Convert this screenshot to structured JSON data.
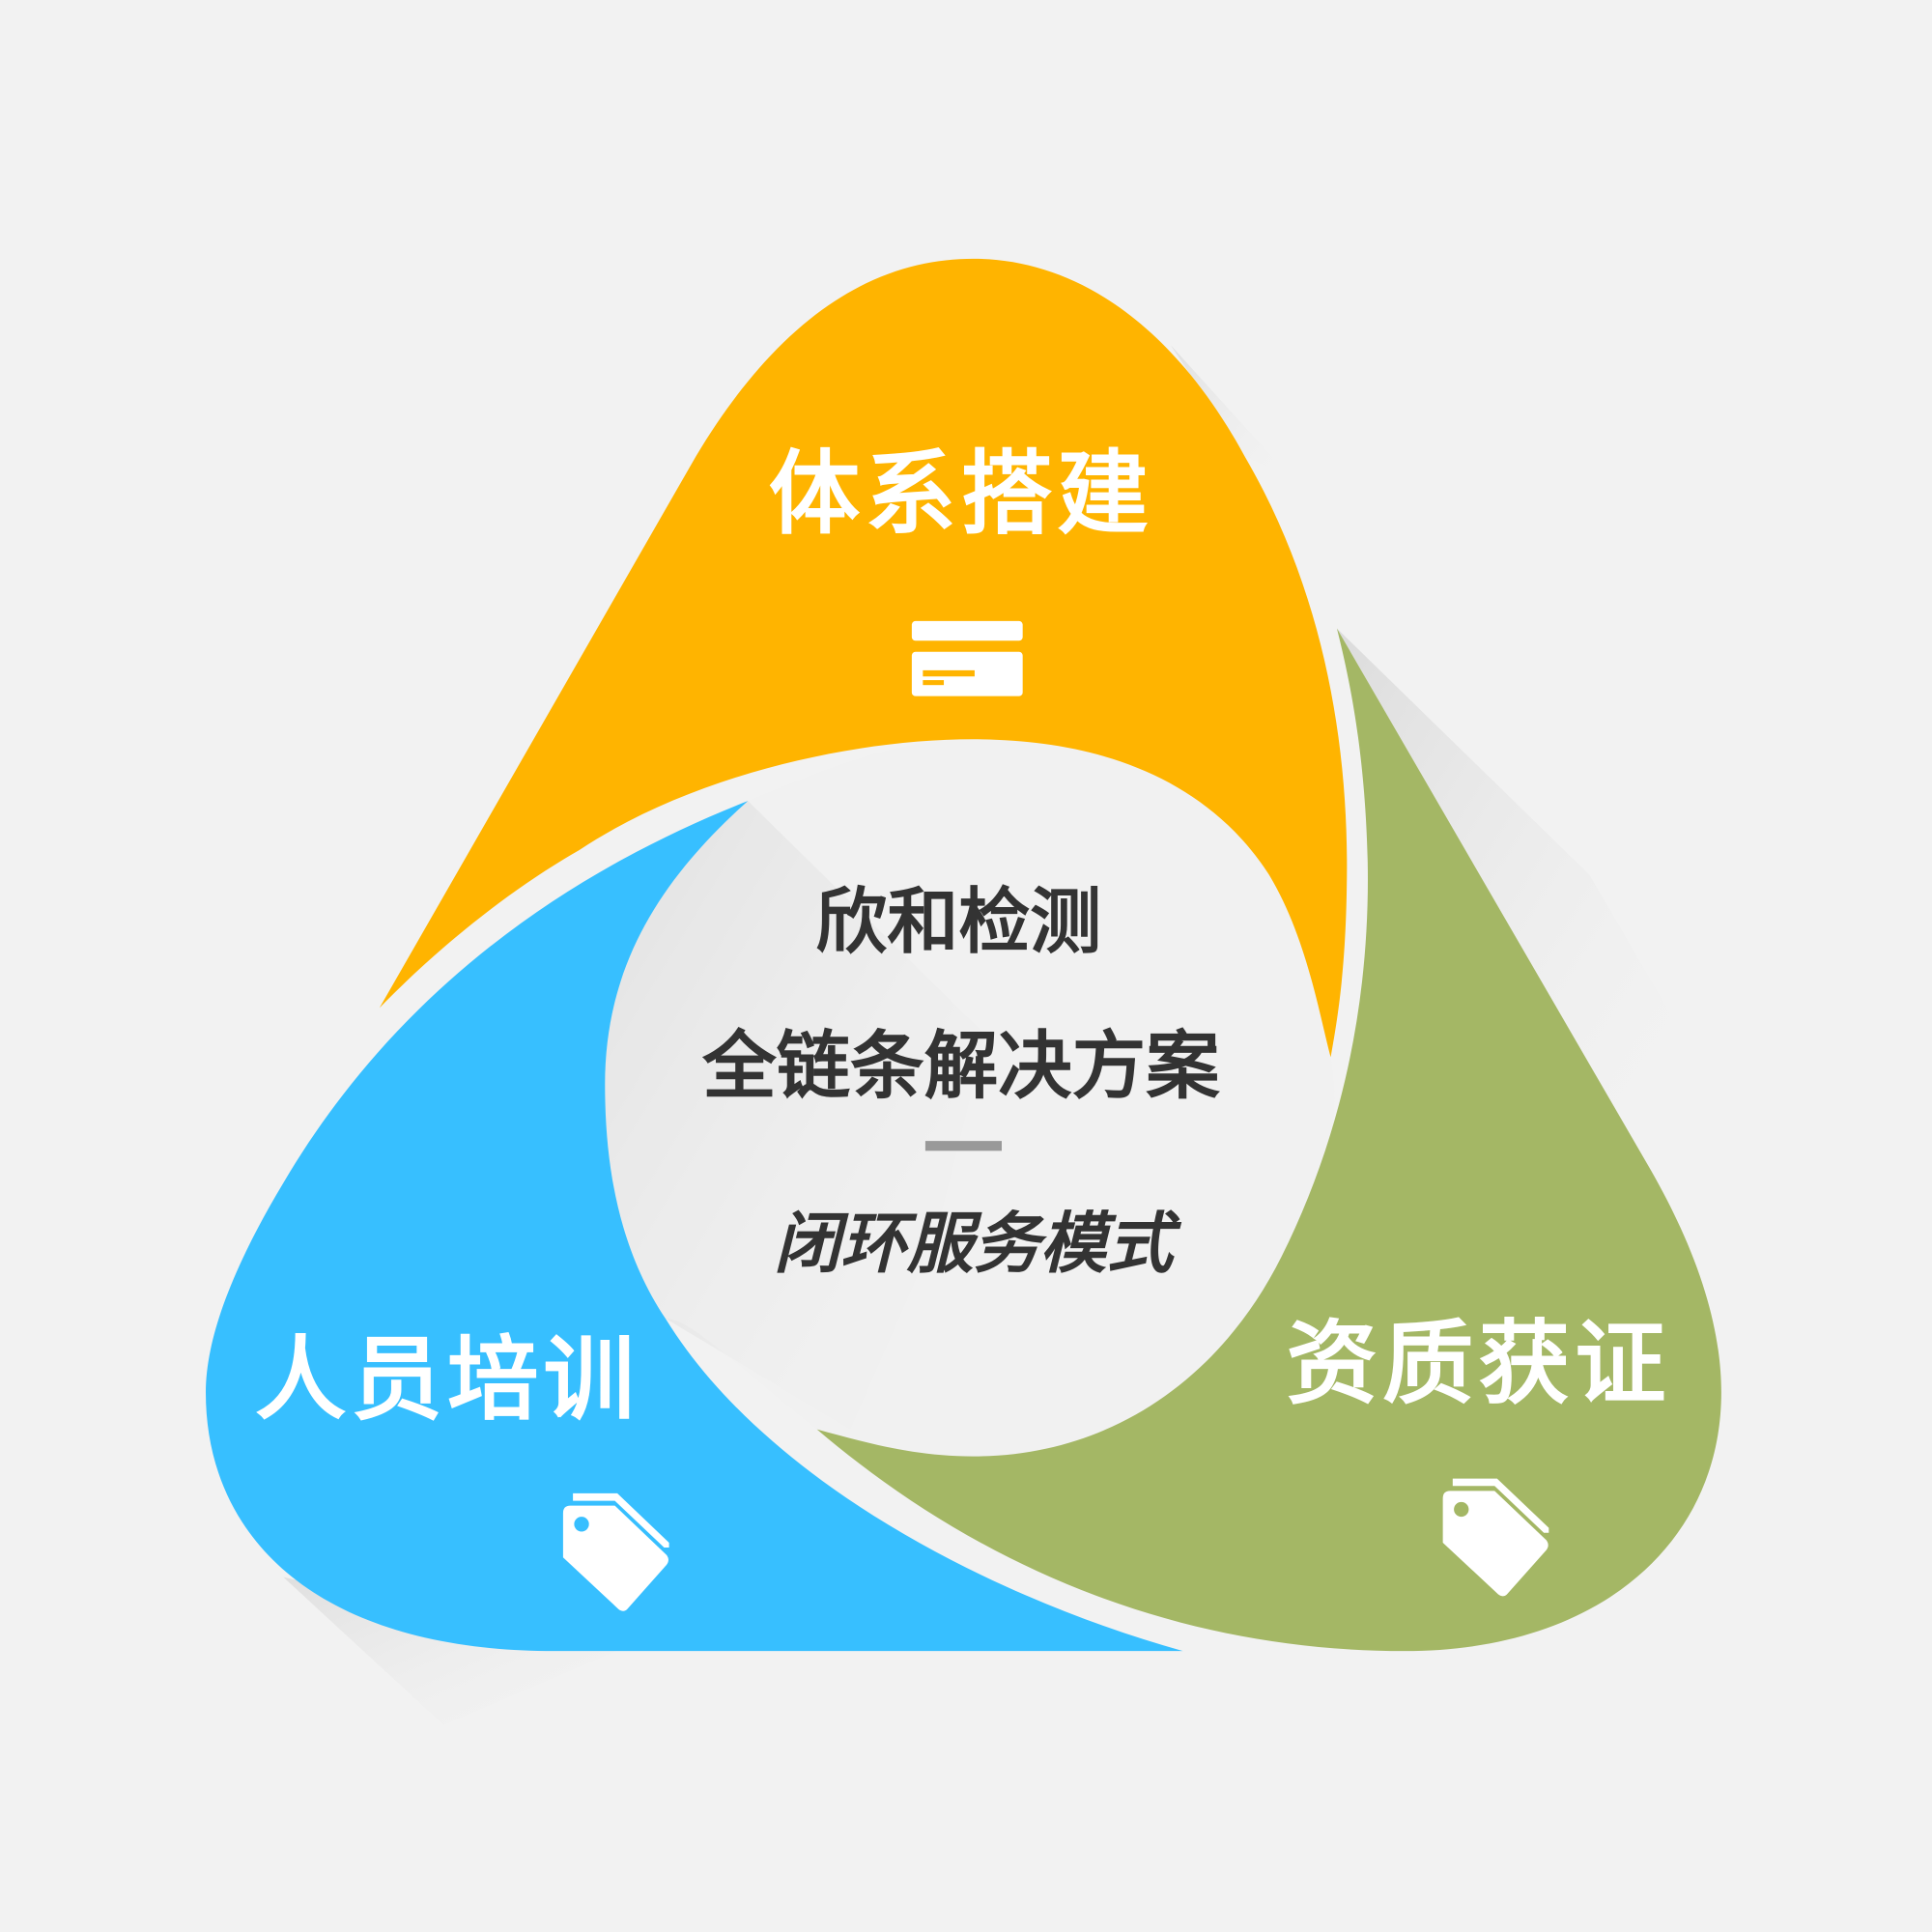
{
  "segments": [
    {
      "title": "体系搭建",
      "icon": "card-icon",
      "color": "#ffb400"
    },
    {
      "title": "资质获证",
      "icon": "tag-icon",
      "color": "#a4b765"
    },
    {
      "title": "人员培训",
      "icon": "tag-icon",
      "color": "#37bfff"
    }
  ],
  "center": {
    "line1": "欣和检测",
    "line2": "全链条解决方案",
    "line3": "闭环服务模式"
  },
  "colors": {
    "background": "#f2f2f2",
    "text": "#333333",
    "divider": "#999999"
  }
}
